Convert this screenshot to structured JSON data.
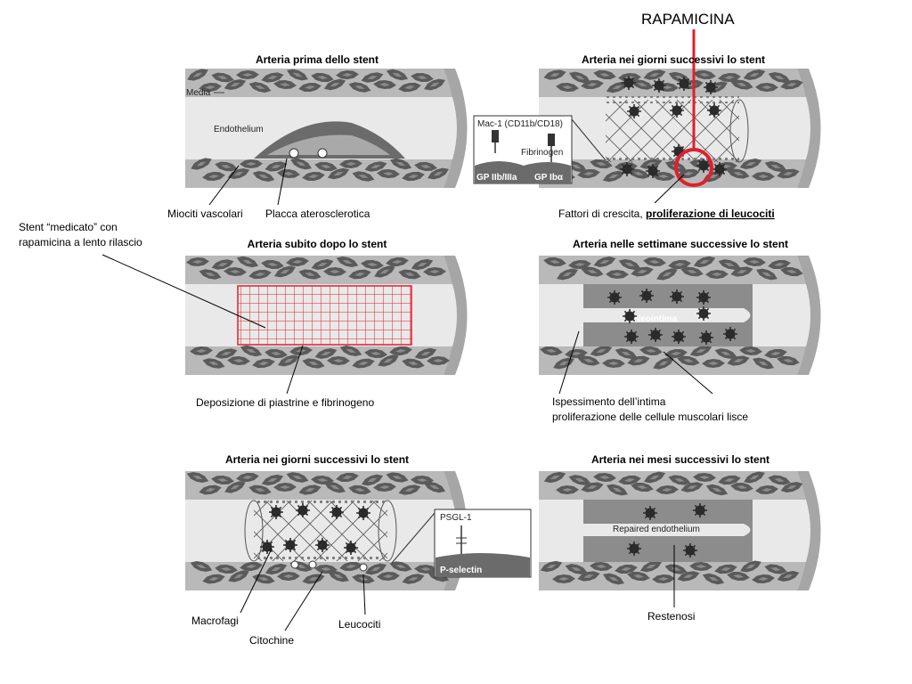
{
  "drug_label": "RAPAMICINA",
  "panels": {
    "p1": {
      "title": "Arteria prima dello stent",
      "media": "Media",
      "endothelium": "Endothelium",
      "label_cells": "Miociti vascolari",
      "label_plaque": "Placca aterosclerotica"
    },
    "p2": {
      "title": "Arteria nei giorni successivi lo stent",
      "caption_plain": "Fattori di crescita, ",
      "caption_bold": "proliferazione di leucociti",
      "inset": {
        "mac": "Mac-1 (CD11b/CD18)",
        "fibrinogen": "Fibrinogen",
        "gp1": "GP IIb/IIIa",
        "gp2": "GP Ibα"
      }
    },
    "p3": {
      "title": "Arteria subito dopo lo stent",
      "stent_line1": "Stent “medicato” con",
      "stent_line2": "rapamicina a lento rilascio",
      "caption": "Deposizione di piastrine e fibrinogeno"
    },
    "p4": {
      "title": "Arteria nelle settimane successive lo stent",
      "neointima": "Neointima",
      "caption_line1": "Ispessimento dell’intima",
      "caption_line2": "proliferazione delle cellule muscolari lisce"
    },
    "p5": {
      "title": "Arteria nei giorni successivi lo stent",
      "inset": {
        "psgl": "PSGL-1",
        "psel": "P-selectin"
      },
      "label_macro": "Macrofagi",
      "label_cito": "Citochine",
      "label_leuco": "Leucociti"
    },
    "p6": {
      "title": "Arteria nei mesi successivi lo stent",
      "repaired": "Repaired endothelium",
      "label": "Restenosi"
    }
  },
  "colors": {
    "wall_outer": "#b9b9b9",
    "wall_cap": "#a6a6a6",
    "lumen": "#e9e9e9",
    "cell": "#5a5a5a",
    "neointima": "#8c8c8c",
    "stent_red": "#e0202a",
    "plaque": "#6b6b6b"
  }
}
